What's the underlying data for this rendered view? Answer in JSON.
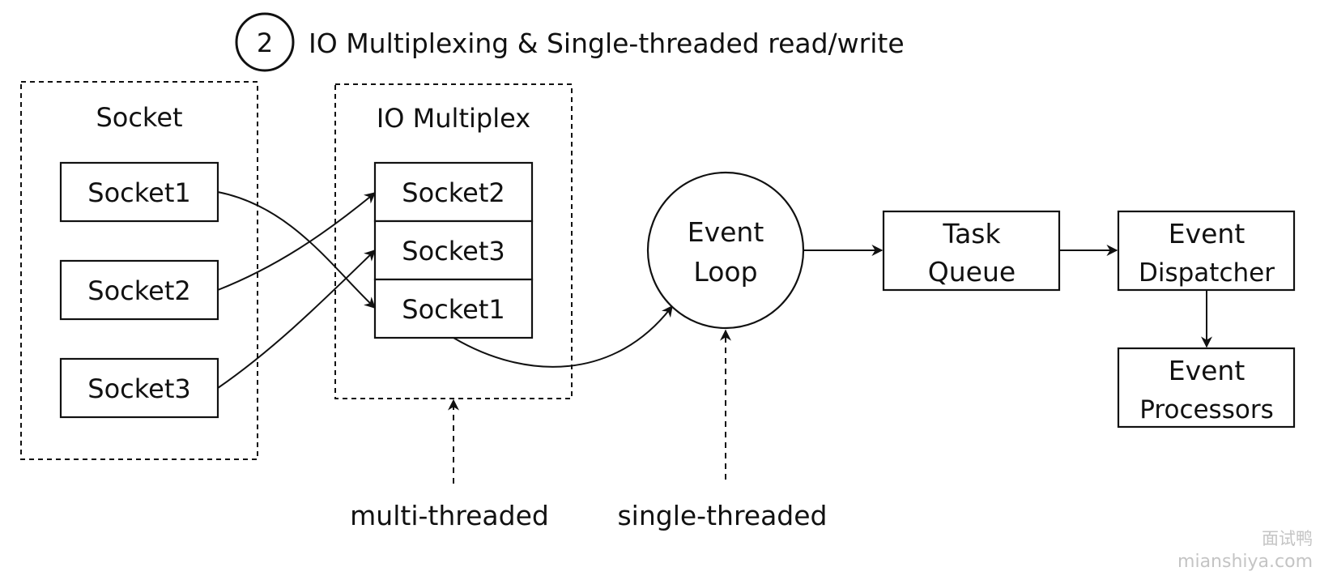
{
  "header": {
    "step_number": "2",
    "title": "IO Multiplexing & Single-threaded read/write"
  },
  "socket_group": {
    "title": "Socket",
    "items": [
      "Socket1",
      "Socket2",
      "Socket3"
    ]
  },
  "multiplex_group": {
    "title": "IO Multiplex",
    "items": [
      "Socket2",
      "Socket3",
      "Socket1"
    ]
  },
  "event_loop": {
    "line1": "Event",
    "line2": "Loop"
  },
  "task_queue": {
    "line1": "Task",
    "line2": "Queue"
  },
  "event_dispatcher": {
    "line1": "Event",
    "line2": "Dispatcher"
  },
  "event_processors": {
    "line1": "Event",
    "line2": "Processors"
  },
  "annotations": {
    "multi_threaded": "multi-threaded",
    "single_threaded": "single-threaded"
  },
  "watermark": {
    "cn": "面试鸭",
    "url": "mianshiya.com"
  }
}
